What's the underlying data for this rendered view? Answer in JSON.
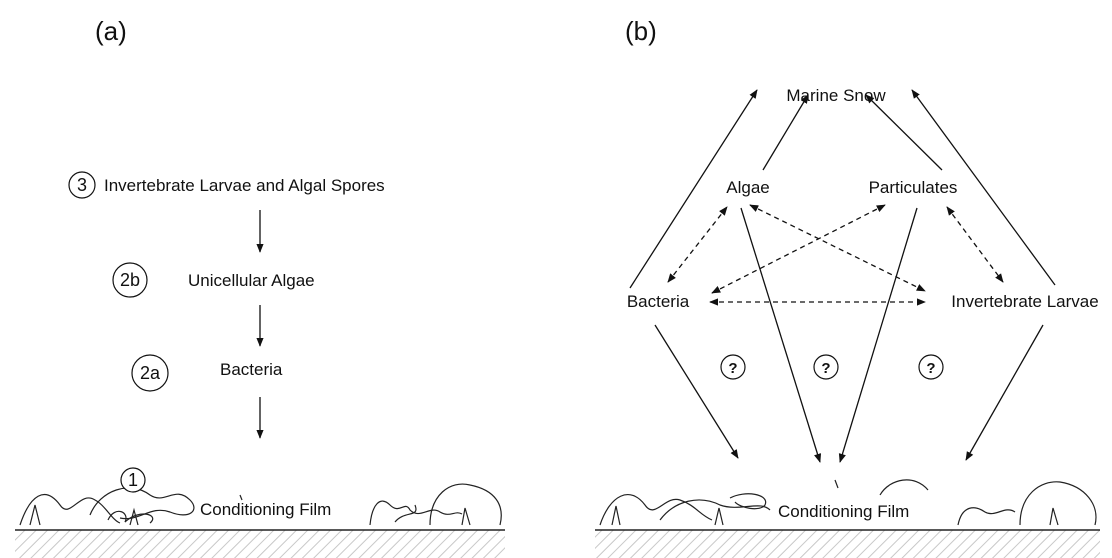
{
  "panel_a": {
    "label": "(a)",
    "stages": [
      {
        "number": "3",
        "text": "Invertebrate Larvae and Algal Spores"
      },
      {
        "number": "2b",
        "text": "Unicellular Algae"
      },
      {
        "number": "2a",
        "text": "Bacteria"
      },
      {
        "number": "1",
        "text": "Conditioning Film"
      }
    ]
  },
  "panel_b": {
    "label": "(b)",
    "marine_snow": "Marine Snow",
    "algae": "Algae",
    "particulates": "Particulates",
    "bacteria": "Bacteria",
    "invertebrate_larvae": "Invertebrate Larvae",
    "question_marks": [
      "?",
      "?",
      "?"
    ],
    "film": "Conditioning Film"
  }
}
